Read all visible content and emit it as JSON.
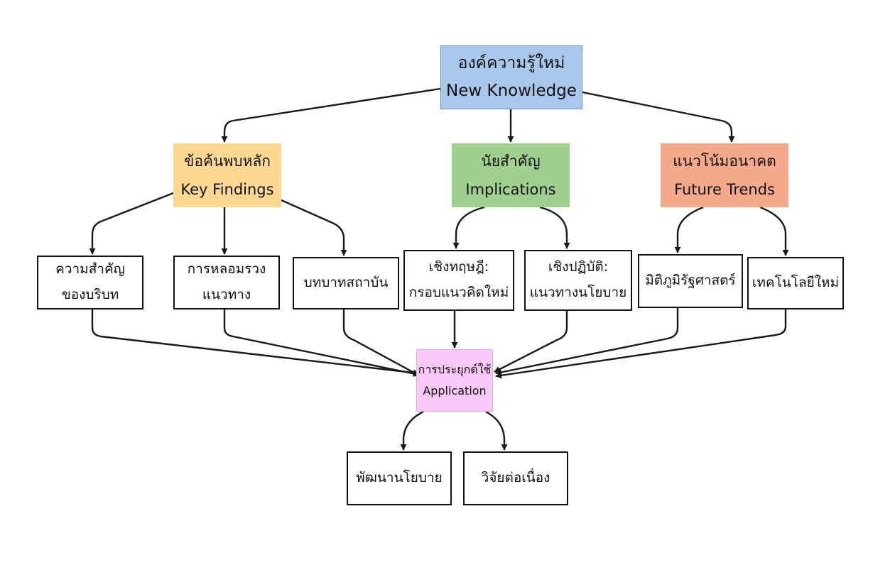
{
  "colors": {
    "top_fill": "#a9c6eb",
    "key_findings_fill": "#fdd892",
    "implications_fill": "#9fd08f",
    "future_trends_fill": "#f4a98a",
    "application_fill": "#f8c8f6",
    "line": "#1a1a1a"
  },
  "top": {
    "thai": "องค์ความรู้ใหม่",
    "english": "New Knowledge"
  },
  "categories": {
    "key_findings": {
      "thai": "ข้อค้นพบหลัก",
      "english": "Key Findings"
    },
    "implications": {
      "thai": "นัยสำคัญ",
      "english": "Implications"
    },
    "future_trends": {
      "thai": "แนวโน้มอนาคต",
      "english": "Future Trends"
    }
  },
  "leaves": {
    "context": {
      "line1": "ความสำคัญ",
      "line2": "ของบริบท"
    },
    "integration": {
      "line1": "การหลอมรวง",
      "line2": "แนวทาง"
    },
    "institution": {
      "line1": "บทบาทสถาบัน"
    },
    "theory": {
      "line1": "เชิงทฤษฎี:",
      "line2": "กรอบแนวคิดใหม่"
    },
    "practice": {
      "line1": "เชิงปฏิบัติ:",
      "line2": "แนวทางนโยบาย"
    },
    "political": {
      "line1": "มิติภูมิรัฐศาสตร์"
    },
    "technology": {
      "line1": "เทคโนโลยีใหม่"
    }
  },
  "application": {
    "thai": "การประยุกต์ใช้",
    "english": "Application"
  },
  "outputs": {
    "policy": "พัฒนานโยบาย",
    "research": "วิจัยต่อเนื่อง"
  }
}
